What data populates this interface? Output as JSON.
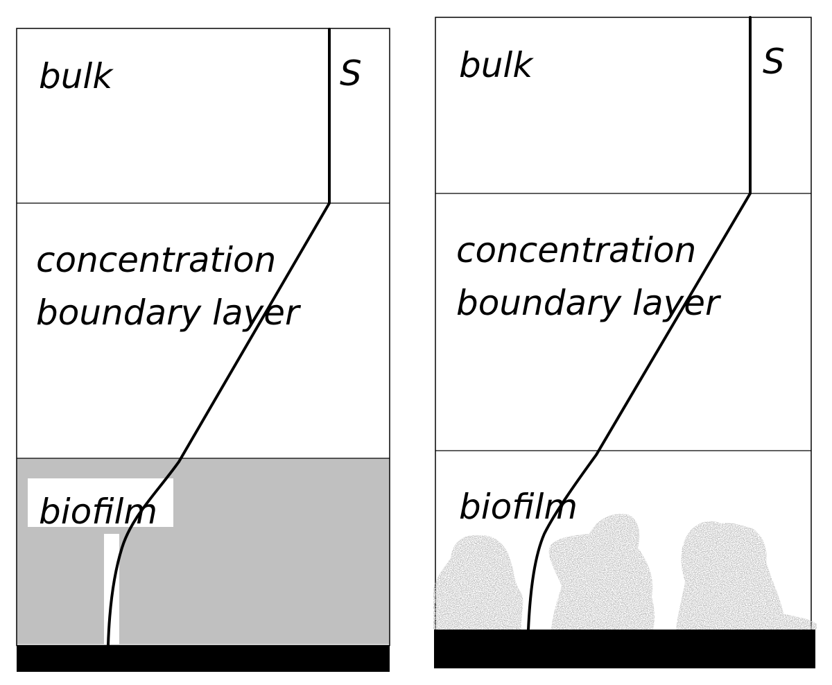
{
  "panels": [
    {
      "variable_label": "S",
      "zones": [
        {
          "key": "bulk",
          "lines": [
            "bulk"
          ]
        },
        {
          "key": "boundary",
          "lines": [
            "concentration",
            "boundary layer"
          ]
        },
        {
          "key": "biofilm",
          "lines": [
            "biofilm"
          ]
        }
      ],
      "biofilm_style": "continuous-layer"
    },
    {
      "variable_label": "S",
      "zones": [
        {
          "key": "bulk",
          "lines": [
            "bulk"
          ]
        },
        {
          "key": "boundary",
          "lines": [
            "concentration",
            "boundary layer"
          ]
        },
        {
          "key": "biofilm",
          "lines": [
            "biofilm"
          ]
        }
      ],
      "biofilm_style": "patchy-clusters"
    }
  ],
  "colors": {
    "biofilm_layer": "#c0c0c0",
    "biofilm_clusters": "#8c8c8c",
    "substratum": "#000000",
    "profile_line": "#000000",
    "background": "#ffffff"
  }
}
